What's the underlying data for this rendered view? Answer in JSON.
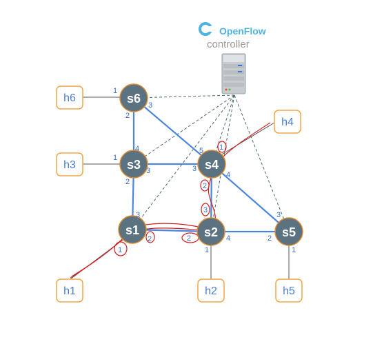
{
  "controller": {
    "brand": "OpenFlow",
    "label": "controller",
    "icon": "server-icon"
  },
  "switches": [
    {
      "id": "s1",
      "label": "s1"
    },
    {
      "id": "s2",
      "label": "s2"
    },
    {
      "id": "s3",
      "label": "s3"
    },
    {
      "id": "s4",
      "label": "s4"
    },
    {
      "id": "s5",
      "label": "s5"
    },
    {
      "id": "s6",
      "label": "s6"
    }
  ],
  "hosts": [
    {
      "id": "h1",
      "label": "h1"
    },
    {
      "id": "h2",
      "label": "h2"
    },
    {
      "id": "h3",
      "label": "h3"
    },
    {
      "id": "h4",
      "label": "h4"
    },
    {
      "id": "h5",
      "label": "h5"
    },
    {
      "id": "h6",
      "label": "h6"
    }
  ],
  "links": [
    {
      "from": "s6",
      "to": "s3",
      "from_port": "2",
      "to_port": "4"
    },
    {
      "from": "s6",
      "to": "s4",
      "from_port": "3",
      "to_port": "5"
    },
    {
      "from": "s3",
      "to": "s4",
      "from_port": "3",
      "to_port": "3"
    },
    {
      "from": "s3",
      "to": "s1",
      "from_port": "2",
      "to_port": "3"
    },
    {
      "from": "s1",
      "to": "s2",
      "from_port": "2",
      "to_port": "2"
    },
    {
      "from": "s4",
      "to": "s2",
      "from_port": "2",
      "to_port": "3"
    },
    {
      "from": "s4",
      "to": "s5",
      "from_port": "4",
      "to_port": "3"
    },
    {
      "from": "s2",
      "to": "s5",
      "from_port": "4",
      "to_port": "2"
    },
    {
      "from": "h6",
      "to": "s6",
      "to_port": "1"
    },
    {
      "from": "h3",
      "to": "s3",
      "to_port": "1"
    },
    {
      "from": "h1",
      "to": "s1",
      "to_port": "1"
    },
    {
      "from": "h2",
      "to": "s2",
      "to_port": "1"
    },
    {
      "from": "h5",
      "to": "s5",
      "to_port": "1"
    },
    {
      "from": "h4",
      "to": "s4",
      "to_port": "1"
    }
  ],
  "colors": {
    "switch_fill": "#5b7381",
    "switch_stroke": "#e08a2e",
    "host_stroke": "#f0a742",
    "switch_link": "#4a86e0",
    "host_link": "#555555",
    "control_link": "#4a6a70",
    "annotation": "#d12020"
  }
}
